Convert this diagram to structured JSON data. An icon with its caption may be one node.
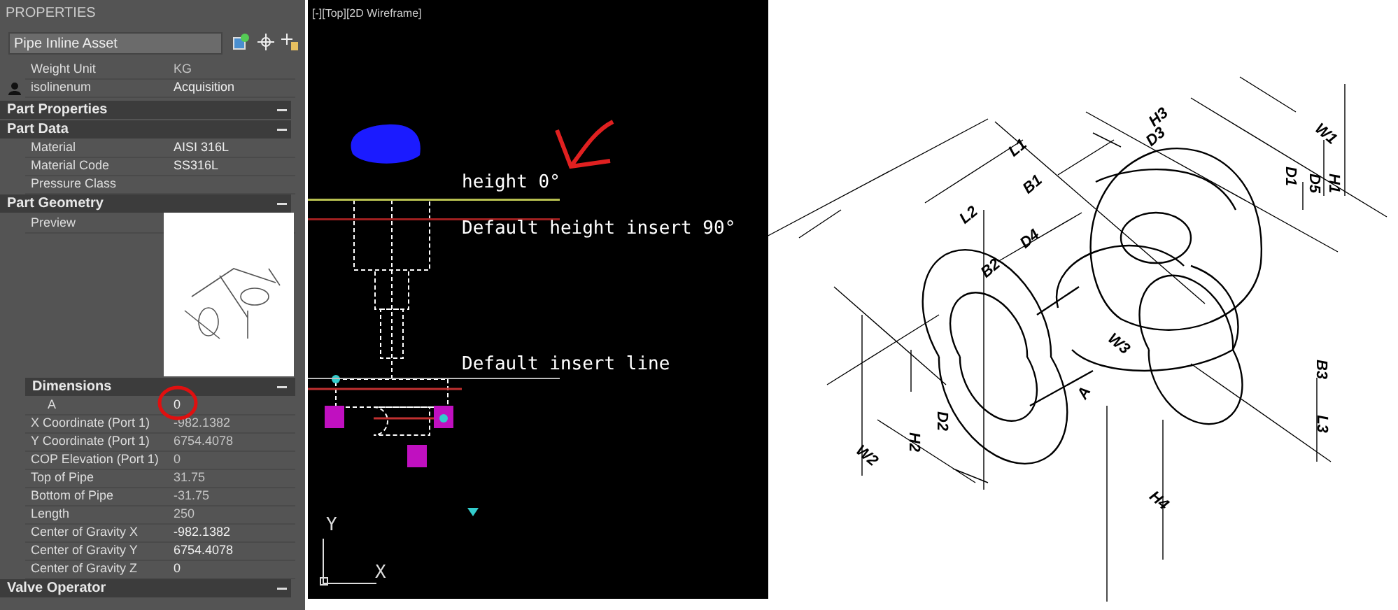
{
  "diagram": {
    "labels": [
      "PROPERTIES",
      "Pipe Inline Asset",
      "Weight Unit",
      "KG",
      "isolinenum",
      "Acquisition",
      "Part Properties",
      "Part Data",
      "Material",
      "AISI 316L",
      "Material Code",
      "SS316L",
      "Pressure Class",
      "Part Geometry",
      "Preview",
      "Dimensions",
      "A",
      "0",
      "X Coordinate (Port 1)",
      "-982.1382",
      "Y Coordinate (Port 1)",
      "6754.4078",
      "COP Elevation (Port 1)",
      "0",
      "Top of Pipe",
      "31.75",
      "Bottom of Pipe",
      "-31.75",
      "Length",
      "250",
      "Center of Gravity X",
      "-982.1382",
      "Center of Gravity Y",
      "6754.4078",
      "Center of Gravity Z",
      "0",
      "Valve Operator",
      "[-][Top][2D Wireframe]",
      "height 0°",
      "Default height insert 90°",
      "Default insert line",
      "Y",
      "X",
      "H3",
      "D3",
      "L1",
      "W1",
      "B1",
      "D1",
      "D5",
      "H1",
      "L2",
      "D4",
      "B2",
      "W3",
      "B3",
      "A",
      "W2",
      "H2",
      "D2",
      "L3",
      "H4"
    ]
  }
}
